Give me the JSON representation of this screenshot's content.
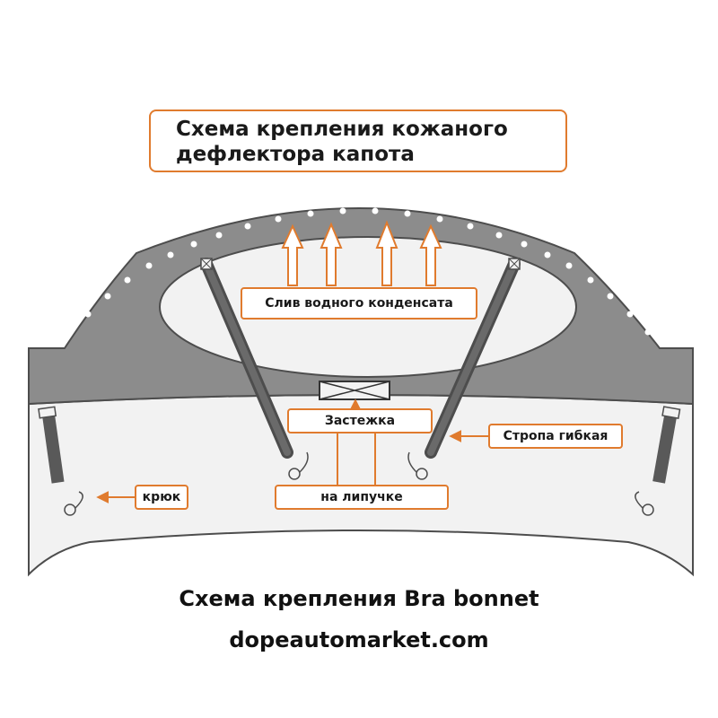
{
  "diagram": {
    "title_lines": [
      "Схема крепления кожаного",
      "дефлектора капота"
    ],
    "labels": {
      "drain": "Слив  водного конденсата",
      "clasp": "Застежка",
      "strap": "Стропа гибкая",
      "hook": "крюк",
      "velcro": "на липучке"
    }
  },
  "footer": {
    "caption": "Схема крепления Bra bonnet",
    "site": "dopeautomarket.com"
  },
  "colors": {
    "accent": "#e07b2e",
    "hood_dark": "#8c8c8c",
    "hood_light": "#f2f2f2",
    "outline": "#4d4d4d",
    "strap": "#595959"
  }
}
